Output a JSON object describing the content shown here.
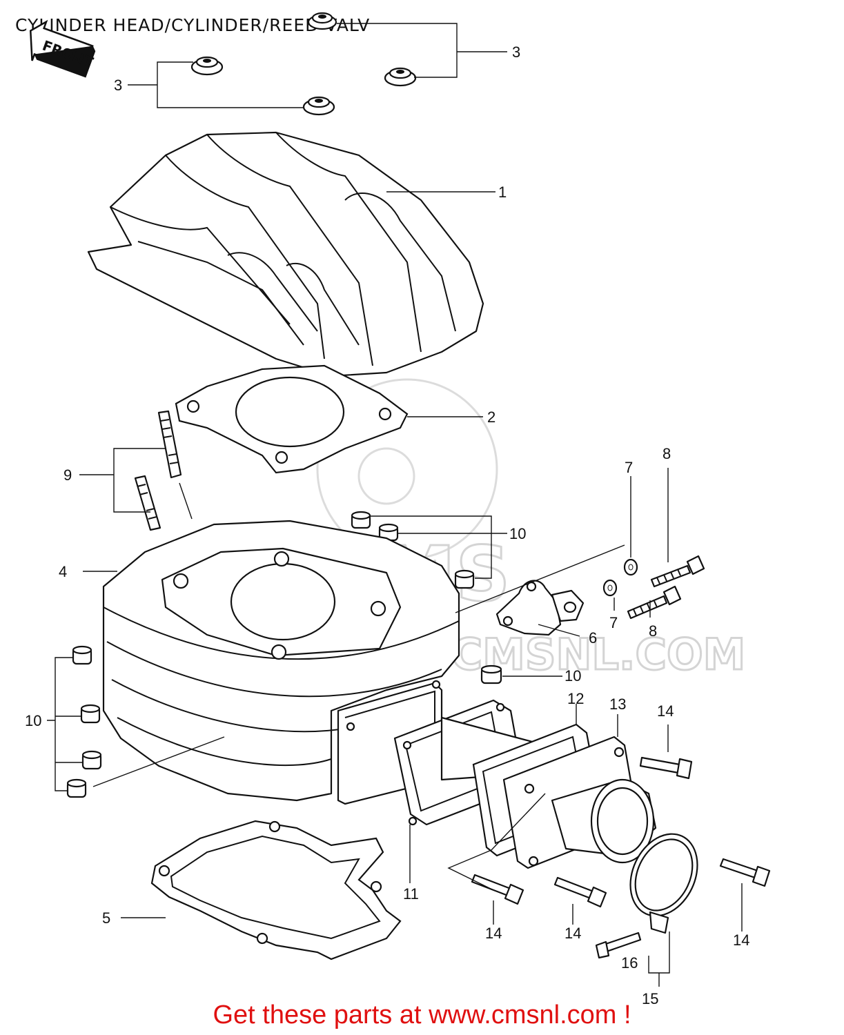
{
  "title": "CYLINDER HEAD/CYLINDER/REED VALV",
  "front_label": "FRONT",
  "watermark": {
    "logo_text": "CMS",
    "url_text": "WWW.CMSNL.COM"
  },
  "callouts": [
    "1",
    "2",
    "3",
    "3",
    "4",
    "5",
    "6",
    "7",
    "7",
    "8",
    "8",
    "9",
    "10",
    "10",
    "10",
    "10",
    "11",
    "12",
    "13",
    "14",
    "14",
    "14",
    "14",
    "14",
    "15",
    "16"
  ],
  "footer": "Get these parts at www.cmsnl.com !",
  "colors": {
    "footer_text": "#e01010",
    "line_art": "#111111",
    "watermark": "#d4d4d4"
  }
}
